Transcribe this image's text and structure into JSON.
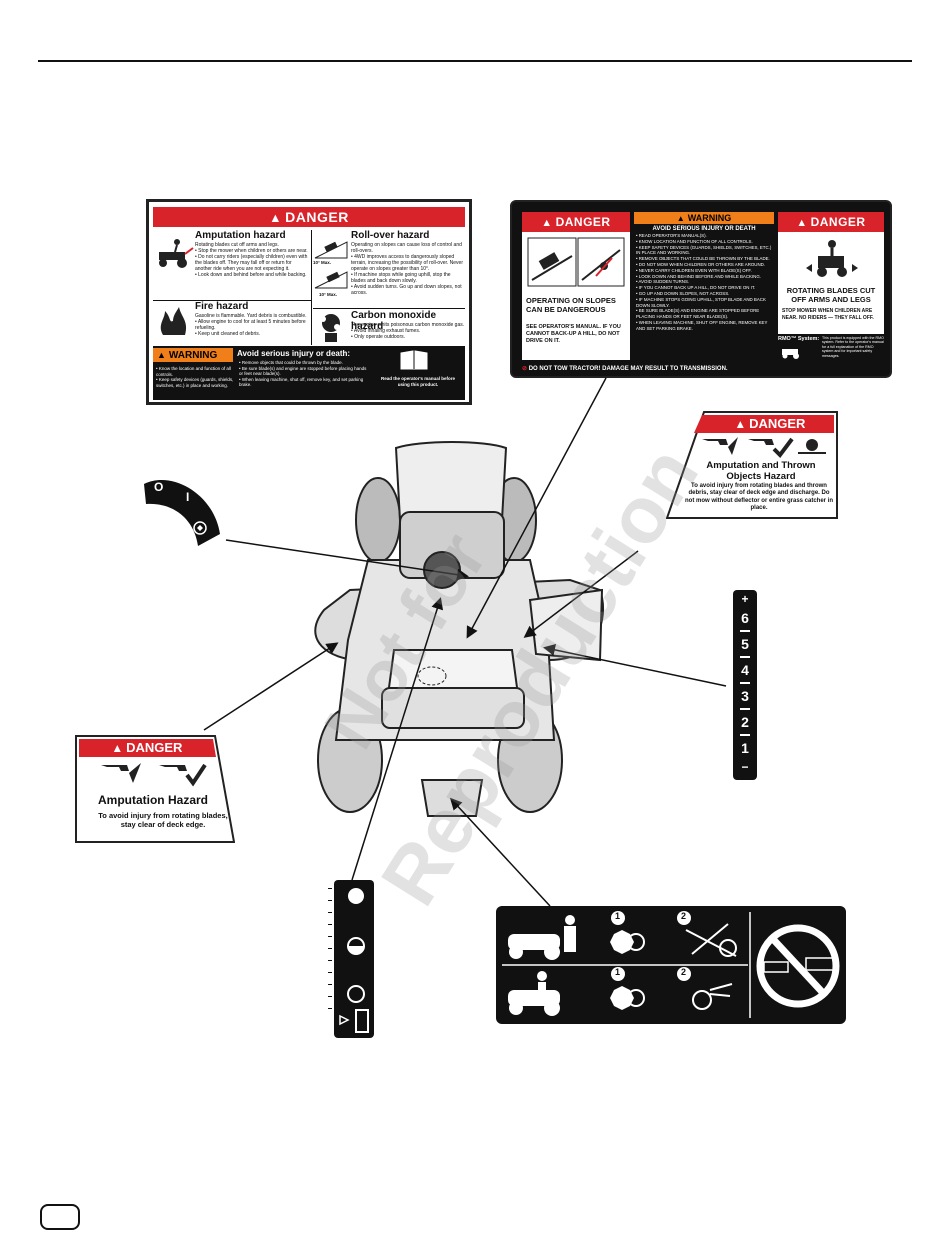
{
  "decal_tl": {
    "header": "DANGER",
    "amp_title": "Amputation hazard",
    "amp_lines": [
      "Rotating blades cut off arms and legs.",
      "• Stop the mower when children or others are near.",
      "• Do not carry riders (especially children) even with the blades off. They may fall off or return for another ride when you are not expecting it.",
      "• Look down and behind before and while backing."
    ],
    "roll_title": "Roll-over hazard",
    "roll_lines": [
      "Operating on slopes can cause loss of control and roll-overs.",
      "• 4WD improves access to dangerously sloped terrain, increasing the possibility of roll-over. Never operate on slopes greater than 10°.",
      "• If machine stops while going uphill, stop the blades and back down slowly.",
      "• Avoid sudden turns. Go up and down slopes, not across."
    ],
    "deg1": "10° Max.",
    "deg2": "10° Max.",
    "fire_title": "Fire hazard",
    "fire_lines": [
      "Gasoline is flammable. Yard debris is combustible.",
      "• Allow engine to cool for at least 5 minutes before refueling.",
      "• Keep unit cleaned of debris."
    ],
    "co_title": "Carbon monoxide hazard",
    "co_lines": [
      "The engine emits poisonous carbon monoxide gas.",
      "• Avoid inhaling exhaust fumes.",
      "• Only operate outdoors."
    ],
    "warning": "WARNING",
    "avoid_title": "Avoid serious injury or death:",
    "warn_left": [
      "• Know the location and function of all controls.",
      "• Keep safety devices (guards, shields, switches, etc.) in place and working."
    ],
    "warn_mid": [
      "• Remove objects that could be thrown by the blade.",
      "• Be sure blade(s) and engine are stopped before placing hands or feet near blade(s).",
      "• When leaving machine, shut off, remove key, and set parking brake."
    ],
    "manual_text": "Read the operator's manual before using this product."
  },
  "decal_tr": {
    "danger1": "DANGER",
    "slopes_text": "OPERATING ON SLOPES CAN BE DANGEROUS",
    "slopes_sub": "SEE OPERATOR'S MANUAL. IF YOU CANNOT BACK-UP A HILL, DO NOT DRIVE ON IT.",
    "warning": "WARNING",
    "avoid": "AVOID SERIOUS INJURY OR DEATH",
    "list": [
      "• READ OPERATOR'S MANUAL(S).",
      "• KNOW LOCATION AND FUNCTION OF ALL CONTROLS.",
      "• KEEP SAFETY DEVICES (GUARDS, SHIELDS, SWITCHES, ETC.) IN PLACE AND WORKING.",
      "• REMOVE OBJECTS THAT COULD BE THROWN BY THE BLADE.",
      "• DO NOT MOW WHEN CHILDREN OR OTHERS ARE AROUND.",
      "• NEVER CARRY CHILDREN EVEN WITH BLADE(S) OFF.",
      "• LOOK DOWN AND BEHIND BEFORE AND WHILE BACKING.",
      "• AVOID SUDDEN TURNS.",
      "• IF YOU CANNOT BACK UP A HILL, DO NOT DRIVE ON IT.",
      "• GO UP AND DOWN SLOPES, NOT ACROSS.",
      "• IF MACHINE STOPS GOING UPHILL, STOP BLADE AND BACK DOWN SLOWLY.",
      "• BE SURE BLADE(S) AND ENGINE ARE STOPPED BEFORE PLACING HANDS OR FEET NEAR BLADE(S).",
      "• WHEN LEAVING MACHINE, SHUT OFF ENGINE, REMOVE KEY AND SET PARKING BRAKE."
    ],
    "danger2": "DANGER",
    "rotating": "ROTATING BLADES CUT OFF ARMS AND LEGS",
    "rotating_sub": "STOP MOWER WHEN CHILDREN ARE NEAR. NO RIDERS — THEY FALL OFF.",
    "rmo_label": "RMO™ System:",
    "rmo_text": "This product is equipped with the RMO system. Refer to the operator's manual for a full explanation of the RMO system and for important safety messages.",
    "footer": "DO NOT TOW TRACTOR! DAMAGE MAY RESULT TO TRANSMISSION."
  },
  "decal_right": {
    "header": "DANGER",
    "title": "Amputation and Thrown Objects Hazard",
    "text": "To avoid injury from rotating blades and thrown debris, stay clear of deck edge and discharge. Do not mow without deflector or entire grass catcher in place."
  },
  "decal_left": {
    "header": "DANGER",
    "title": "Amputation Hazard",
    "text": "To avoid injury from rotating blades, stay clear of deck edge."
  },
  "height_scale": {
    "labels": [
      "+",
      "6",
      "5",
      "4",
      "3",
      "2",
      "1",
      "−"
    ]
  },
  "key_decal": {
    "off": "O",
    "on": "I"
  },
  "start_decal": {
    "step1": "1",
    "step2": "2",
    "step1b": "1",
    "step2b": "2"
  },
  "watermark": {
    "line1": "Not for",
    "line2": "Reproduction"
  },
  "colors": {
    "danger_red": "#d8232a",
    "warning_orange": "#f07f1a",
    "black": "#111111"
  }
}
